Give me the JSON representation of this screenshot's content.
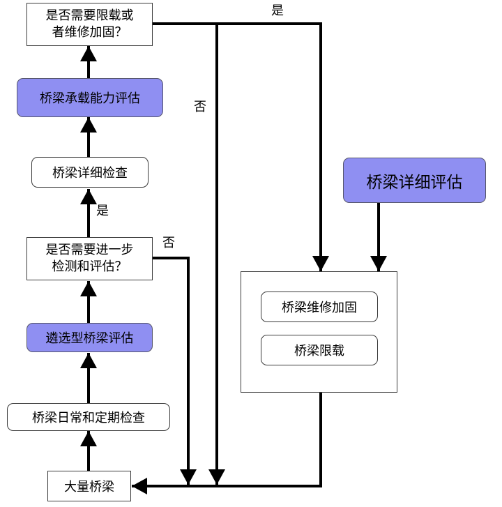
{
  "nodes": {
    "decision_top_line1": "是否需要限载或",
    "decision_top_line2": "者维修加固？",
    "capacity_eval": "桥梁承载能力评估",
    "detailed_inspection": "桥梁详细检查",
    "decision_mid_line1": "是否需要进一步",
    "decision_mid_line2": "检测和评估？",
    "screening_eval": "遴选型桥梁评估",
    "routine_inspection": "桥梁日常和定期检查",
    "many_bridges": "大量桥梁",
    "detailed_eval": "桥梁详细评估",
    "repair": "桥梁维修加固",
    "load_limit": "桥梁限载"
  },
  "labels": {
    "yes_top": "是",
    "no_top": "否",
    "yes_mid": "是",
    "no_mid": "否"
  },
  "colors": {
    "highlight": "#8f8ff2",
    "line": "#000000"
  }
}
